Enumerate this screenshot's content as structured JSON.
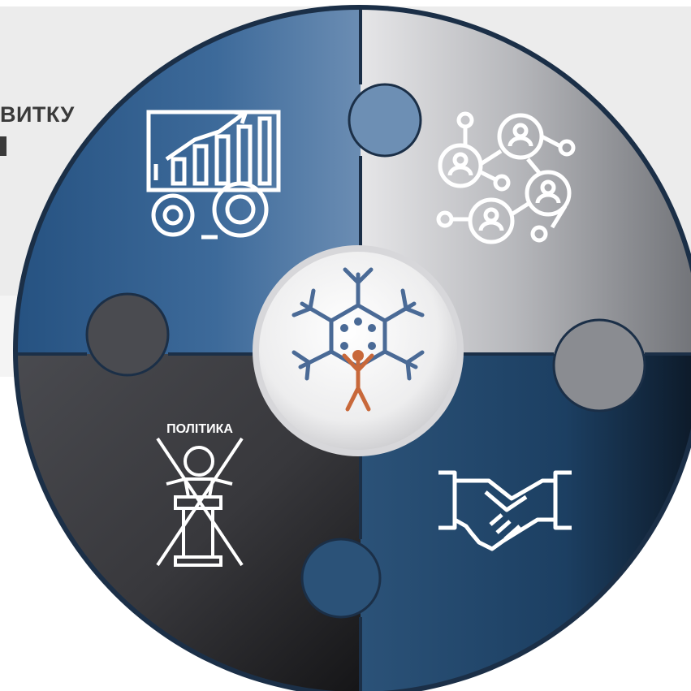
{
  "diagram": {
    "partial_heading": "ВИТКУ",
    "center_icon": "snowflake-person-network-icon",
    "segments": [
      {
        "position": "top-left",
        "icon": "growth-chart-gears-icon",
        "color": "#2f5a8c"
      },
      {
        "position": "top-right",
        "icon": "people-network-icon",
        "color": "#9a9ca2"
      },
      {
        "position": "bottom-right",
        "icon": "handshake-icon",
        "color": "#1e4566"
      },
      {
        "position": "bottom-left",
        "icon": "crossed-out-politician-icon",
        "color": "#3a3a3e",
        "label": "ПОЛІТИКА"
      }
    ],
    "colors": {
      "accent_orange": "#c8683a",
      "accent_blue": "#4a6a96",
      "rim": "#1b2f47"
    }
  }
}
